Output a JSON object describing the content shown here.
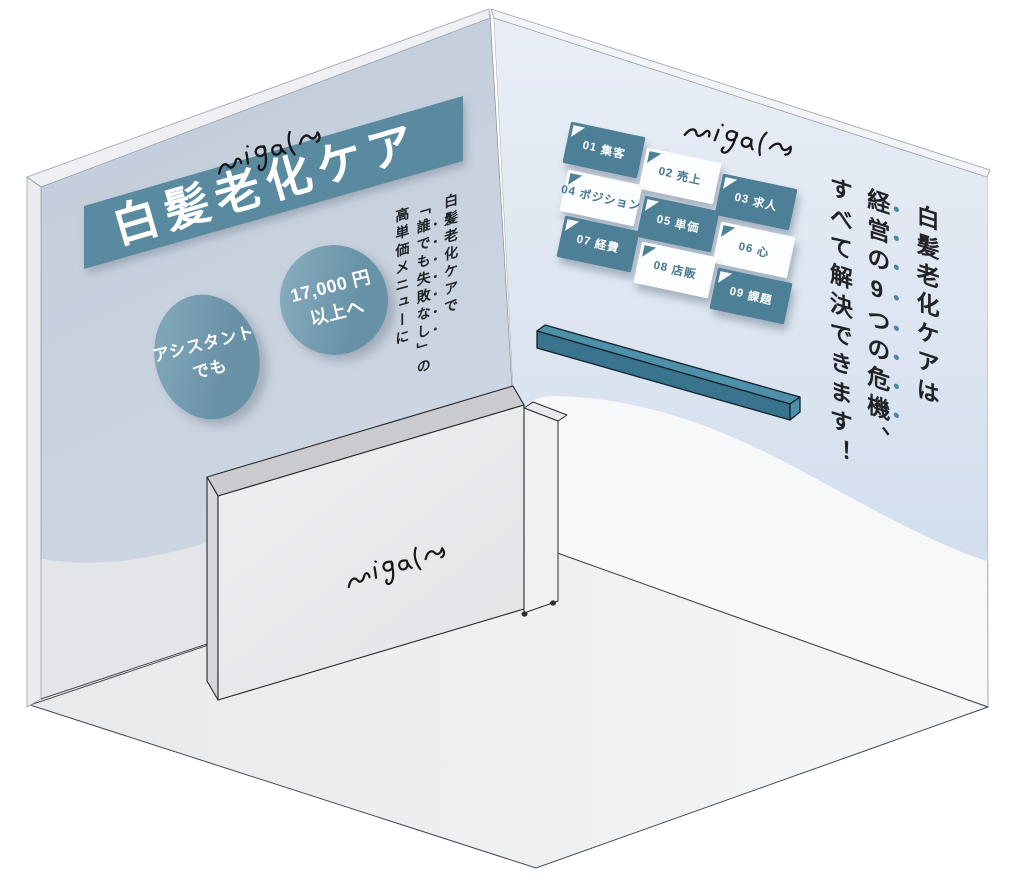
{
  "brand": {
    "logo_text": "migaru"
  },
  "wall_left": {
    "banner_title": "白髪老化ケア",
    "badge1_line1": "アシスタント",
    "badge1_line2": "でも",
    "badge2_line1": "17,000 円",
    "badge2_line2": "以上へ",
    "caption": {
      "col1": "白髪老化ケアで",
      "col2_open": "「",
      "col2_em": "誰でも失敗なし",
      "col2_close": "」の",
      "col3": "高単価メニューに"
    }
  },
  "wall_right": {
    "cards": [
      {
        "num": "01",
        "label": "集客"
      },
      {
        "num": "02",
        "label": "売上"
      },
      {
        "num": "03",
        "label": "求人"
      },
      {
        "num": "04",
        "label": "ポジション"
      },
      {
        "num": "05",
        "label": "単価"
      },
      {
        "num": "06",
        "label": "心"
      },
      {
        "num": "07",
        "label": "経費"
      },
      {
        "num": "08",
        "label": "店販"
      },
      {
        "num": "09",
        "label": "課題"
      }
    ],
    "caption": {
      "col1": "白髪老化ケアは",
      "col2_em": "経営の9つの危機",
      "col2_post": "、",
      "col3": "すべて解決できます！"
    }
  },
  "colors": {
    "banner_teal": "#5a8a9f",
    "card_teal": "#4d7f97",
    "badge_teal": "#6a92a7",
    "shelf_teal": "#4e90aa",
    "emphasis_dot_teal": "#4e87a0",
    "wall_left_blue": "#c9d2de",
    "wall_right_blue": "#dbe3ef"
  }
}
